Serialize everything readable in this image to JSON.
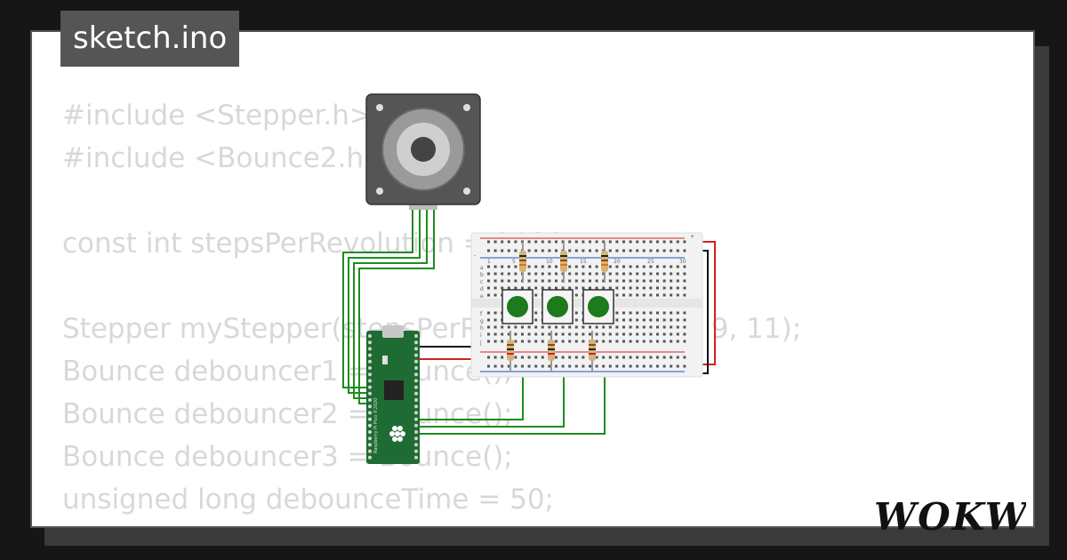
{
  "tab": {
    "filename": "sketch.ino"
  },
  "code_lines": [
    "#include <Stepper.h>",
    "#include <Bounce2.h>",
    "",
    "const int stepsPerRevolution = 2038;",
    "",
    "Stepper myStepper(stepsPerRevolution, 8, 10, 9, 11);",
    "Bounce debouncer1 = Bounce();",
    "Bounce debouncer2 = Bounce();",
    "Bounce debouncer3 = Bounce();",
    "unsigned long debounceTime = 50;"
  ],
  "breadboard": {
    "columns_top": [
      "1",
      "5",
      "10",
      "15",
      "20",
      "25",
      "30"
    ],
    "rows_top": [
      "a",
      "b",
      "c",
      "d",
      "e"
    ],
    "rows_bottom": [
      "f",
      "g",
      "h",
      "i",
      "j"
    ],
    "rail_plus": "+",
    "rail_minus": "-"
  },
  "pico": {
    "board_label": "Raspberry Pi Pico ©2020"
  },
  "brand": {
    "logo": "WOKWi"
  },
  "colors": {
    "wire_green": "#1e8c1e",
    "wire_red": "#d42020",
    "wire_black": "#111111",
    "button_green": "#1d7a1d",
    "pcb_green": "#1f6b34",
    "code_text": "#d8d8d8",
    "tab_bg": "#555555"
  }
}
